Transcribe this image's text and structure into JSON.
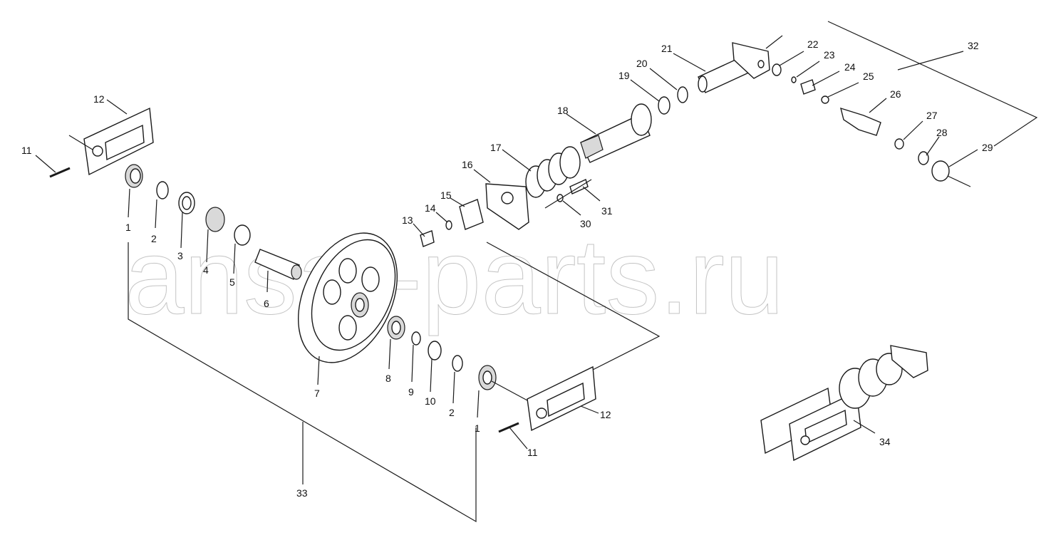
{
  "watermark": "ansat-parts.ru",
  "labels": [
    "1",
    "2",
    "3",
    "4",
    "5",
    "6",
    "7",
    "8",
    "9",
    "10",
    "2",
    "1",
    "11",
    "12",
    "11",
    "12",
    "13",
    "14",
    "15",
    "16",
    "17",
    "18",
    "19",
    "20",
    "21",
    "22",
    "23",
    "24",
    "25",
    "26",
    "27",
    "28",
    "29",
    "30",
    "31",
    "32",
    "33",
    "34"
  ]
}
